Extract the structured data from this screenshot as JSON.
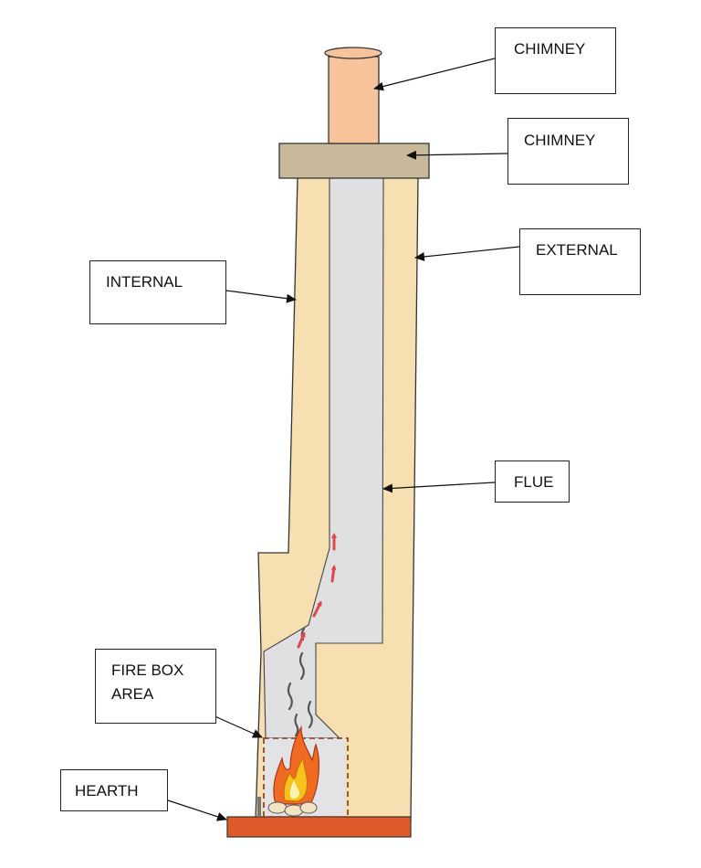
{
  "labels": {
    "chimney_pot": "CHIMNEY",
    "chimney_cap": "CHIMNEY",
    "external": "EXTERNAL",
    "internal": "INTERNAL",
    "flue": "FLUE",
    "fire_box": "FIRE BOX\nAREA",
    "hearth": "HEARTH"
  },
  "colors": {
    "chimney_pot": "#f7c39b",
    "chimney_cap": "#c8b99a",
    "masonry": "#f6dfb1",
    "flue": "#e0e0e3",
    "hearth": "#e0592a",
    "arrows_red": "#e0474c",
    "flame_outer": "#f06a22",
    "flame_inner": "#f7c21c",
    "smoke": "#555555",
    "dashed_box": "#8a4a2a"
  }
}
